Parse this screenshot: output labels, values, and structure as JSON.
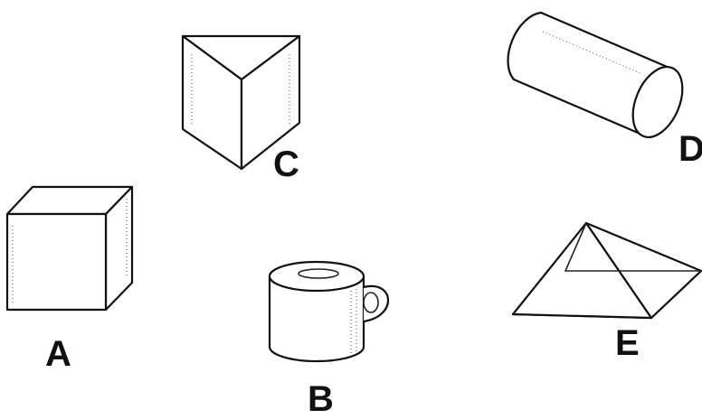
{
  "figure": {
    "shapes": [
      {
        "id": "A",
        "kind": "cube",
        "label": "A"
      },
      {
        "id": "B",
        "kind": "mug",
        "label": "B"
      },
      {
        "id": "C",
        "kind": "triangular-prism",
        "label": "C"
      },
      {
        "id": "D",
        "kind": "cylinder",
        "label": "D"
      },
      {
        "id": "E",
        "kind": "square-pyramid",
        "label": "E"
      }
    ]
  }
}
